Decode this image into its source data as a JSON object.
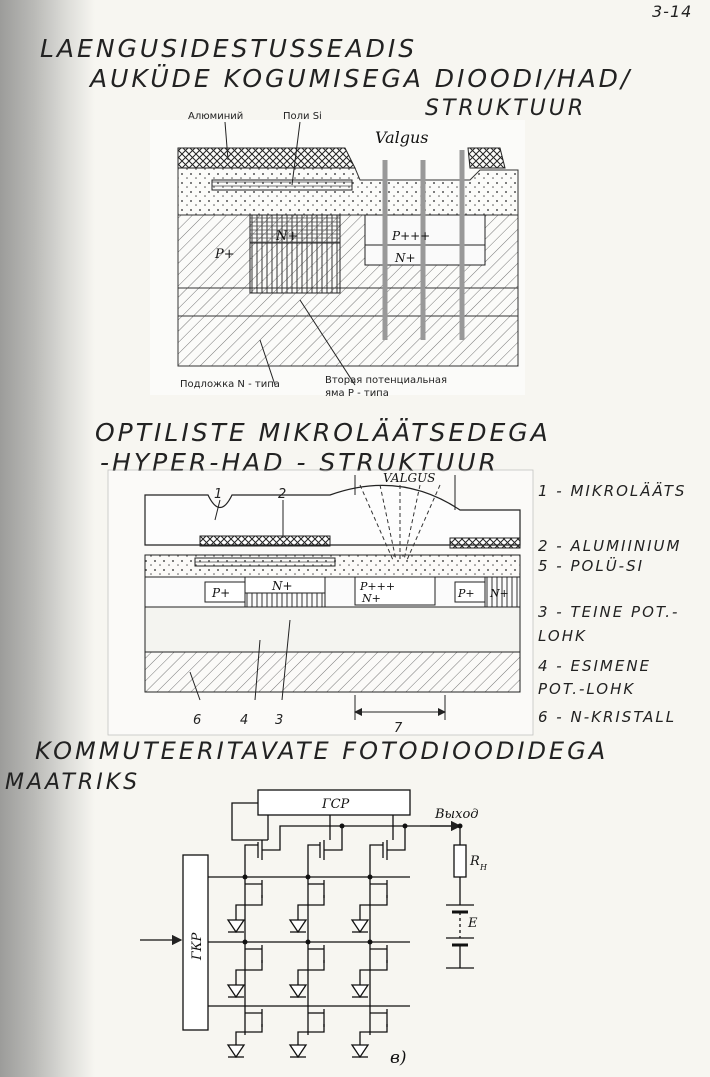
{
  "page": {
    "number": "3-14"
  },
  "titles": {
    "line1": "LAENGUSIDESTUSSEADIS",
    "line2": "AUKÜDE KOGUMISEGA DIOODI/HAD/",
    "line3": "STRUKTUUR",
    "line4": "OPTILISTE MIKROLÄÄTSEDEGA",
    "line5": "-HYPER-HAD - STRUKTUUR",
    "line6": "KOMMUTEERITAVATE FOTODIOODIDEGA",
    "line7": "MAATRIKS"
  },
  "diagram1": {
    "label_aluminium": "Алюминий",
    "label_poly": "Поли Si",
    "label_light": "Valgus",
    "label_p_plus": "P+",
    "label_n_plus": "N+",
    "label_p_ppp": "P+++",
    "label_n_plus2": "N+",
    "caption_substrate": "Подложка N - типа",
    "caption_well_line1": "Вторая потенциальная",
    "caption_well_line2": "яма Р - типа"
  },
  "diagram2": {
    "label_light": "VALGUS",
    "labels": [
      "1",
      "2",
      "4",
      "3",
      "6",
      "7"
    ],
    "label_p_plus": "P+",
    "label_n_plus": "N+",
    "label_p_ppp": "P+++",
    "label_n_plus2": "N+",
    "label_p_plus2": "P+",
    "label_n_plus3": "N+",
    "legend": [
      "1 - MIKROLÄÄTS",
      "2 - ALUMIINIUM",
      "5 - POLÜ-SI",
      "3 - TEINE POT.-",
      "LOHK",
      "4 - ESIMENE",
      "POT.-LOHK",
      "6 - N-KRISTALL"
    ]
  },
  "diagram3": {
    "label_gsr": "ГСР",
    "label_gkr": "ГКР",
    "label_output": "Выход",
    "label_rn": "R",
    "label_rn_sub": "Н",
    "label_e": "E",
    "label_b": "в)"
  }
}
